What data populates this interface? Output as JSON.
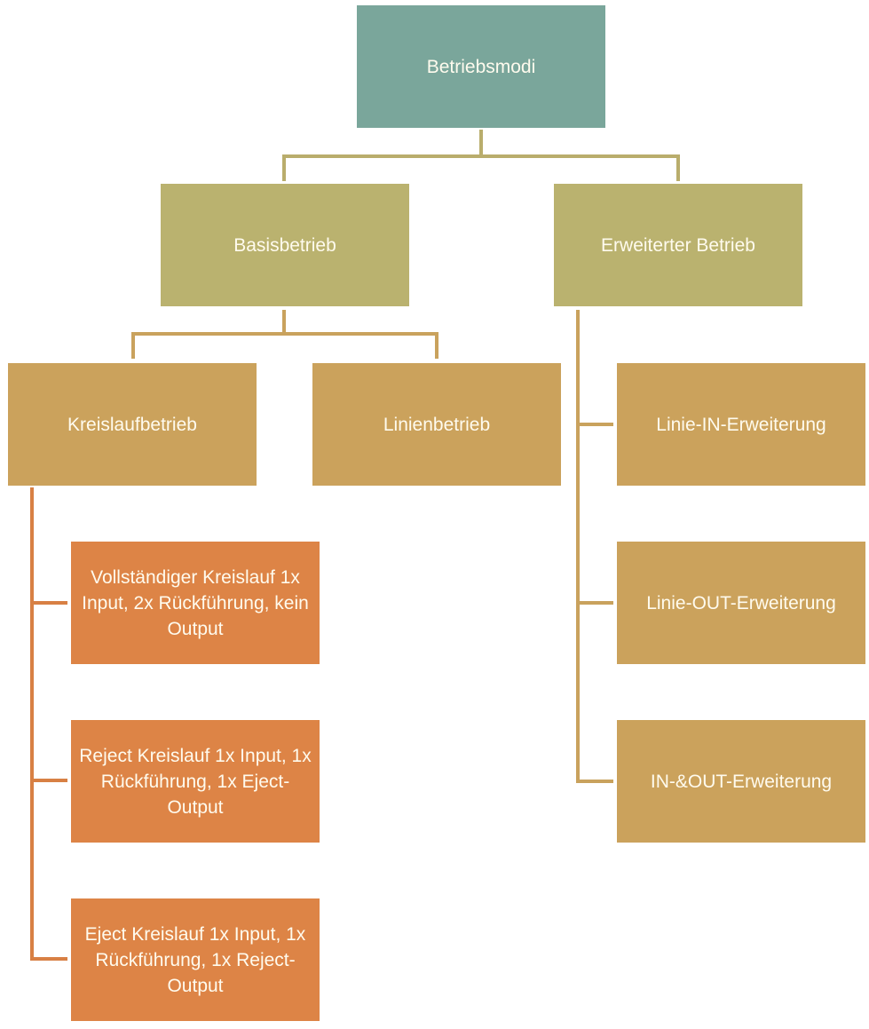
{
  "colors": {
    "root": "#7aa69b",
    "level1": "#bab26f",
    "level2": "#cba25c",
    "level3": "#dd8446",
    "text": "#fffbee"
  },
  "root": {
    "label": "Betriebsmodi"
  },
  "level1": [
    {
      "label": "Basisbetrieb"
    },
    {
      "label": "Erweiterter Betrieb"
    }
  ],
  "basis_children": [
    {
      "label": "Kreislaufbetrieb"
    },
    {
      "label": "Linienbetrieb"
    }
  ],
  "kreislauf_children": [
    {
      "label": "Vollständiger Kreislauf 1x Input, 2x Rückführung, kein Output"
    },
    {
      "label": "Reject Kreislauf 1x Input, 1x Rückführung, 1x Eject-Output"
    },
    {
      "label": "Eject Kreislauf 1x Input, 1x Rückführung, 1x Reject-Output"
    }
  ],
  "erweitert_children": [
    {
      "label": "Linie-IN-Erweiterung"
    },
    {
      "label": "Linie-OUT-Erweiterung"
    },
    {
      "label": "IN-&OUT-Erweiterung"
    }
  ]
}
